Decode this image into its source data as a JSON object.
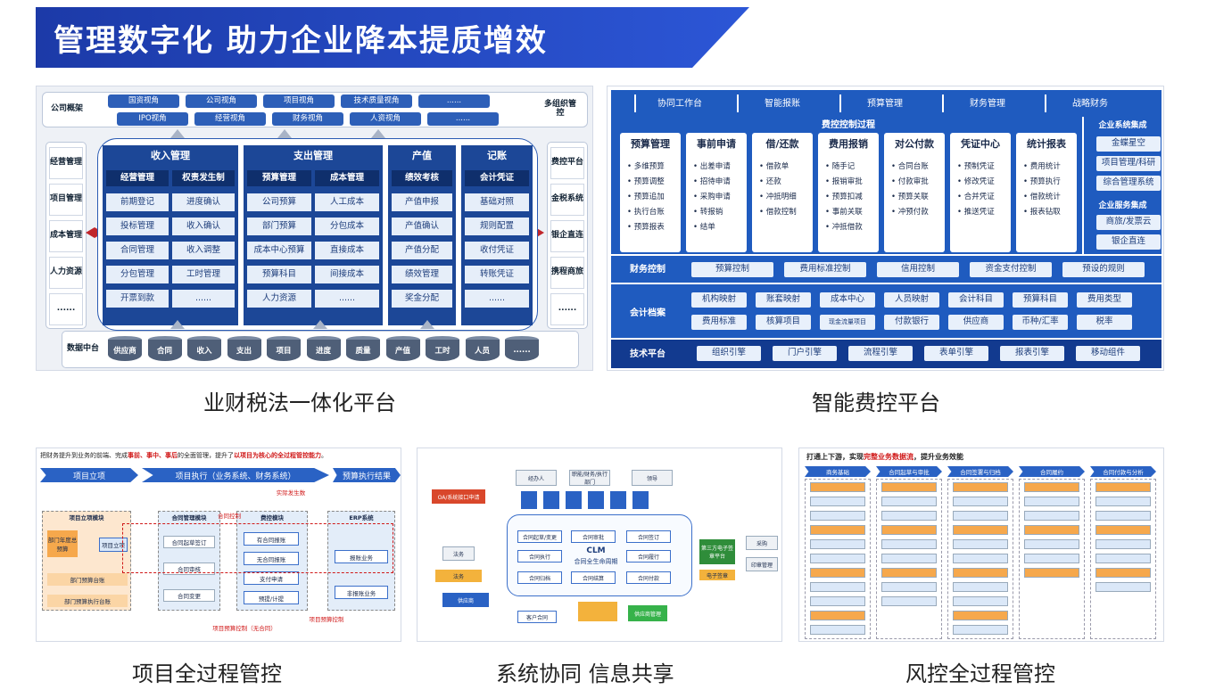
{
  "banner_title": "管理数字化 助力企业降本提质增效",
  "captions": {
    "p1": "业财税法一体化平台",
    "p2": "智能费控平台",
    "p3": "项目全过程管控",
    "p4": "系统协同 信息共享",
    "p5": "风控全过程管控"
  },
  "p1": {
    "left_top": "公司概架",
    "right_top": "多组织管控",
    "top_row1": [
      "国资视角",
      "公司视角",
      "项目视角",
      "技术质量视角",
      "......"
    ],
    "top_row2": [
      "IPO视角",
      "经营视角",
      "财务视角",
      "人资视角",
      "......"
    ],
    "left_side": [
      "经营管理",
      "项目管理",
      "成本管理",
      "人力资源",
      "......"
    ],
    "right_side": [
      "费控平台",
      "金税系统",
      "银企直连",
      "携程商旅",
      "......"
    ],
    "modules": [
      {
        "title": "收入管理",
        "heads": [
          "经营管理",
          "权责发生制"
        ],
        "cells": [
          "前期登记",
          "进度确认",
          "投标管理",
          "收入确认",
          "合同管理",
          "收入调整",
          "分包管理",
          "工时管理",
          "开票到款",
          "......"
        ]
      },
      {
        "title": "支出管理",
        "heads": [
          "预算管理",
          "成本管理"
        ],
        "cells": [
          "公司预算",
          "人工成本",
          "部门预算",
          "分包成本",
          "成本中心预算",
          "直接成本",
          "预算科目",
          "间接成本",
          "人力资源",
          "......"
        ]
      },
      {
        "title": "产值",
        "heads": [
          "绩效考核"
        ],
        "cells": [
          "产值申报",
          "产值确认",
          "产值分配",
          "绩效管理",
          "奖金分配"
        ]
      },
      {
        "title": "记账",
        "heads": [
          "会计凭证"
        ],
        "cells": [
          "基础对照",
          "规则配置",
          "收付凭证",
          "转账凭证",
          "......"
        ]
      }
    ],
    "data_label": "数据中台",
    "db_items": [
      "供应商",
      "合同",
      "收入",
      "支出",
      "项目",
      "进度",
      "质量",
      "产值",
      "工时",
      "人员",
      "......"
    ]
  },
  "p2": {
    "tabs": [
      "协同工作台",
      "智能报账",
      "预算管理",
      "财务管理",
      "战略财务"
    ],
    "process_title": "费控控制过程",
    "columns": [
      {
        "title": "预算管理",
        "items": [
          "• 多维预算",
          "• 预算调整",
          "• 预算追加",
          "• 执行台账",
          "• 预算报表"
        ]
      },
      {
        "title": "事前申请",
        "items": [
          "• 出差申请",
          "• 招待申请",
          "• 采购申请",
          "• 转报销",
          "• 结单"
        ]
      },
      {
        "title": "借/还款",
        "items": [
          "• 借款单",
          "• 还款",
          "• 冲抵明细",
          "• 借款控制"
        ]
      },
      {
        "title": "费用报销",
        "items": [
          "• 随手记",
          "• 报销审批",
          "• 预算扣减",
          "• 事前关联",
          "• 冲抵借款"
        ]
      },
      {
        "title": "对公付款",
        "items": [
          "• 合同台账",
          "• 付款审批",
          "• 预算关联",
          "• 冲预付款"
        ]
      },
      {
        "title": "凭证中心",
        "items": [
          "• 预制凭证",
          "• 修改凭证",
          "• 合并凭证",
          "• 推送凭证"
        ]
      },
      {
        "title": "统计报表",
        "items": [
          "• 费用统计",
          "• 预算执行",
          "• 借款统计",
          "• 报表钻取"
        ]
      }
    ],
    "integration1_title": "企业系统集成",
    "integration1": [
      "金蝶星空",
      "项目管理/科研",
      "综合管理系统"
    ],
    "integration2_title": "企业服务集成",
    "integration2": [
      "商旅/发票云",
      "银企直连"
    ],
    "fin_control_label": "财务控制",
    "fin_control": [
      "预算控制",
      "费用标准控制",
      "信用控制",
      "资金支付控制",
      "预设的规则"
    ],
    "archive_label": "会计档案",
    "archive_row1": [
      "机构映射",
      "账套映射",
      "成本中心",
      "人员映射",
      "会计科目",
      "预算科目",
      "费用类型"
    ],
    "archive_row2": [
      "费用标准",
      "核算项目",
      "现金流量项目",
      "付款银行",
      "供应商",
      "币种/汇率",
      "税率"
    ],
    "tech_label": "技术平台",
    "tech": [
      "组织引擎",
      "门户引擎",
      "流程引擎",
      "表单引擎",
      "报表引擎",
      "移动组件"
    ]
  },
  "p3": {
    "heading_pre": "把财务提升到业务的前端、完成",
    "heading_red1": "事前、事中、事后",
    "heading_mid": "的全面管理，提升了",
    "heading_red2": "以项目为核心的全过程管控能力",
    "heading_end": "。",
    "phases": [
      "项目立项",
      "项目执行（业务系统、财务系统）",
      "预算执行结果"
    ],
    "modules": [
      "项目立项模块",
      "合同管理模块",
      "费控模块",
      "ERP系统"
    ],
    "items_a": [
      "部门年度总预算",
      "项目立项",
      "部门预算台账",
      "部门预算执行台账"
    ],
    "items_b": [
      "合同起草签订",
      "合同审核",
      "合同变更"
    ],
    "items_c": [
      "有合同报账",
      "无合同报账",
      "支付申请",
      "预提/计提"
    ],
    "items_d": [
      "报账业务",
      "非报账业务"
    ],
    "notes": [
      "实际发生数",
      "合同控制",
      "项目预算控制（无合同）",
      "项目预算控制"
    ]
  },
  "p4": {
    "center_title": "CLM",
    "center_sub": "合同全生命周期",
    "nodes": [
      "合同起草/变更",
      "合同审批",
      "合同签订",
      "合同履行",
      "合同付款",
      "合同结算",
      "合同归档",
      "合同执行"
    ],
    "actors": [
      "经办人",
      "职能/财务/执行部门",
      "领导",
      "法务",
      "采购",
      "印章管理"
    ],
    "left_items": [
      "OA/系统接口申请",
      "法务",
      "供应商",
      "客户合同"
    ],
    "right_items": [
      "第三方电子签章平台",
      "电子签章",
      "供应商管理"
    ]
  },
  "p5": {
    "heading_pre": "打通上下游，实现",
    "heading_red": "完整业务数据流",
    "heading_end": "，提升业务效能",
    "columns": [
      "商务基础",
      "合同起草与审批",
      "合同签署与归档",
      "合同履约",
      "合同付款与分析"
    ]
  }
}
